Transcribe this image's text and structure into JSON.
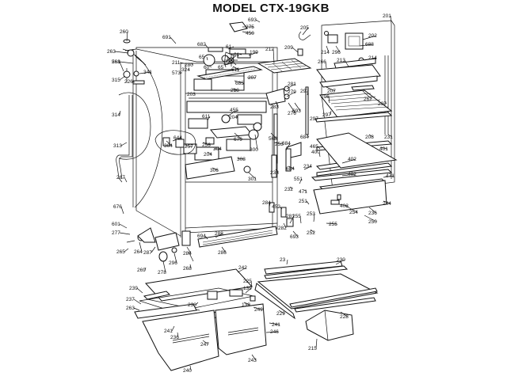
{
  "title": "MODEL CTX-19GKB",
  "parts": [
    {
      "id": "p260",
      "num": "260"
    },
    {
      "id": "p693",
      "num": "693"
    },
    {
      "id": "p275",
      "num": "275"
    },
    {
      "id": "p450",
      "num": "450"
    },
    {
      "id": "p201",
      "num": "201"
    },
    {
      "id": "p205",
      "num": "205"
    },
    {
      "id": "p202",
      "num": "202"
    },
    {
      "id": "p688",
      "num": "688"
    },
    {
      "id": "p214a",
      "num": "214"
    },
    {
      "id": "p296",
      "num": "296"
    },
    {
      "id": "p214b",
      "num": "214"
    },
    {
      "id": "p266",
      "num": "266"
    },
    {
      "id": "p213",
      "num": "213"
    },
    {
      "id": "p691",
      "num": "691"
    },
    {
      "id": "p263",
      "num": "263"
    },
    {
      "id": "p261",
      "num": "261"
    },
    {
      "id": "p568a",
      "num": "568"
    },
    {
      "id": "p315",
      "num": "315"
    },
    {
      "id": "p341",
      "num": "341"
    },
    {
      "id": "p226",
      "num": "226"
    },
    {
      "id": "p682",
      "num": "682"
    },
    {
      "id": "p61a",
      "num": "61"
    },
    {
      "id": "p65a",
      "num": "65"
    },
    {
      "id": "p60",
      "num": "60"
    },
    {
      "id": "p65b",
      "num": "65"
    },
    {
      "id": "p61b",
      "num": "61"
    },
    {
      "id": "p199",
      "num": "199"
    },
    {
      "id": "p211",
      "num": "211"
    },
    {
      "id": "p280",
      "num": "280"
    },
    {
      "id": "p324",
      "num": "324"
    },
    {
      "id": "p573",
      "num": "573"
    },
    {
      "id": "p611",
      "num": "611"
    },
    {
      "id": "p207a",
      "num": "207"
    },
    {
      "id": "p685",
      "num": "685"
    },
    {
      "id": "p218",
      "num": "218"
    },
    {
      "id": "p203",
      "num": "203"
    },
    {
      "id": "p212",
      "num": "212"
    },
    {
      "id": "p209",
      "num": "209"
    },
    {
      "id": "p207b",
      "num": "207"
    },
    {
      "id": "p297a",
      "num": "297"
    },
    {
      "id": "p206",
      "num": "206"
    },
    {
      "id": "p262",
      "num": "262"
    },
    {
      "id": "p297b",
      "num": "297"
    },
    {
      "id": "p297c",
      "num": "297"
    },
    {
      "id": "p208",
      "num": "208"
    },
    {
      "id": "p231",
      "num": "231"
    },
    {
      "id": "p281",
      "num": "281"
    },
    {
      "id": "p279",
      "num": "279"
    },
    {
      "id": "p283",
      "num": "283"
    },
    {
      "id": "p276",
      "num": "276"
    },
    {
      "id": "p693b",
      "num": "693"
    },
    {
      "id": "p297d",
      "num": "297"
    },
    {
      "id": "p314",
      "num": "314"
    },
    {
      "id": "p313",
      "num": "313"
    },
    {
      "id": "p611b",
      "num": "611"
    },
    {
      "id": "p455",
      "num": "455"
    },
    {
      "id": "p204a",
      "num": "204"
    },
    {
      "id": "p679",
      "num": "679"
    },
    {
      "id": "p300",
      "num": "300"
    },
    {
      "id": "p568b",
      "num": "568"
    },
    {
      "id": "p684a",
      "num": "684"
    },
    {
      "id": "p465",
      "num": "465"
    },
    {
      "id": "p401",
      "num": "401"
    },
    {
      "id": "p304a",
      "num": "304"
    },
    {
      "id": "p644",
      "num": "644"
    },
    {
      "id": "p257",
      "num": "257"
    },
    {
      "id": "p256",
      "num": "256"
    },
    {
      "id": "p204b",
      "num": "204"
    },
    {
      "id": "p304b",
      "num": "304"
    },
    {
      "id": "p308",
      "num": "308"
    },
    {
      "id": "p306",
      "num": "306"
    },
    {
      "id": "p301",
      "num": "301"
    },
    {
      "id": "p253",
      "num": "253"
    },
    {
      "id": "p684b",
      "num": "684"
    },
    {
      "id": "p684c",
      "num": "684"
    },
    {
      "id": "p233",
      "num": "233"
    },
    {
      "id": "p232",
      "num": "232"
    },
    {
      "id": "p400",
      "num": "400"
    },
    {
      "id": "p234",
      "num": "234"
    },
    {
      "id": "p402a",
      "num": "402"
    },
    {
      "id": "p551",
      "num": "551"
    },
    {
      "id": "p471",
      "num": "471"
    },
    {
      "id": "p402b",
      "num": "402"
    },
    {
      "id": "p471b",
      "num": "471"
    },
    {
      "id": "p251",
      "num": "251"
    },
    {
      "id": "p267",
      "num": "267"
    },
    {
      "id": "p676",
      "num": "676"
    },
    {
      "id": "p601",
      "num": "601"
    },
    {
      "id": "p277",
      "num": "277"
    },
    {
      "id": "p284",
      "num": "284"
    },
    {
      "id": "p452",
      "num": "452"
    },
    {
      "id": "p281b",
      "num": "281"
    },
    {
      "id": "p255a",
      "num": "255"
    },
    {
      "id": "p253b",
      "num": "253"
    },
    {
      "id": "p255b",
      "num": "255"
    },
    {
      "id": "p403",
      "num": "403"
    },
    {
      "id": "p254",
      "num": "254"
    },
    {
      "id": "p236",
      "num": "236"
    },
    {
      "id": "p244",
      "num": "244"
    },
    {
      "id": "p250",
      "num": "250"
    },
    {
      "id": "p282",
      "num": "282"
    },
    {
      "id": "p693c",
      "num": "693"
    },
    {
      "id": "p252",
      "num": "252"
    },
    {
      "id": "p265",
      "num": "265"
    },
    {
      "id": "p264",
      "num": "264"
    },
    {
      "id": "p287",
      "num": "287"
    },
    {
      "id": "p296b",
      "num": "296"
    },
    {
      "id": "p278",
      "num": "278"
    },
    {
      "id": "p269",
      "num": "269"
    },
    {
      "id": "p284b",
      "num": "284"
    },
    {
      "id": "p268",
      "num": "268"
    },
    {
      "id": "p694",
      "num": "694"
    },
    {
      "id": "p288",
      "num": "288"
    },
    {
      "id": "p286",
      "num": "286"
    },
    {
      "id": "p242",
      "num": "242"
    },
    {
      "id": "p23",
      "num": "23"
    },
    {
      "id": "p230",
      "num": "230"
    },
    {
      "id": "p239",
      "num": "239"
    },
    {
      "id": "p237",
      "num": "237"
    },
    {
      "id": "p263b",
      "num": "263"
    },
    {
      "id": "p225",
      "num": "225"
    },
    {
      "id": "p238",
      "num": "238"
    },
    {
      "id": "p139a",
      "num": "139"
    },
    {
      "id": "p139b",
      "num": "139"
    },
    {
      "id": "p249",
      "num": "249"
    },
    {
      "id": "p229",
      "num": "229"
    },
    {
      "id": "p228",
      "num": "228"
    },
    {
      "id": "p241a",
      "num": "241"
    },
    {
      "id": "p236b",
      "num": "236"
    },
    {
      "id": "p247",
      "num": "247"
    },
    {
      "id": "p241b",
      "num": "241"
    },
    {
      "id": "p246",
      "num": "246"
    },
    {
      "id": "p240",
      "num": "240"
    },
    {
      "id": "p243",
      "num": "243"
    },
    {
      "id": "p215",
      "num": "215"
    }
  ]
}
